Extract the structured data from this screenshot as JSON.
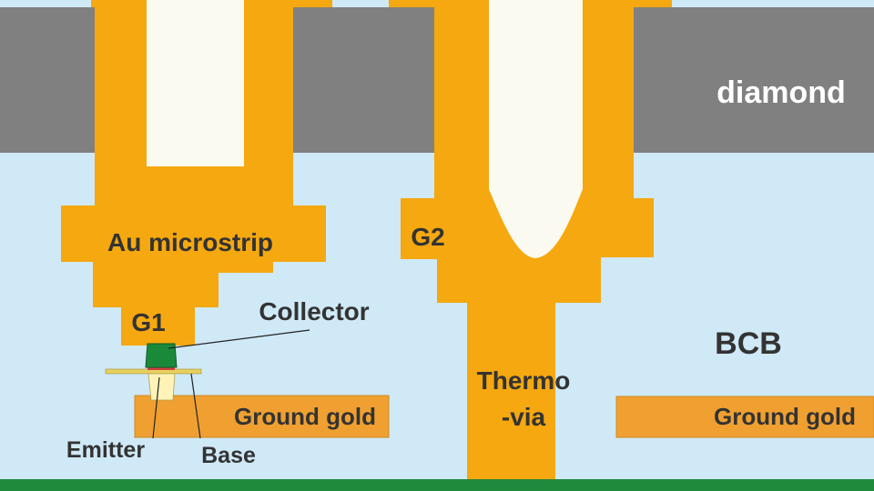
{
  "labels": {
    "diamond": "diamond",
    "au_microstrip": "Au microstrip",
    "g1": "G1",
    "g2": "G2",
    "collector": "Collector",
    "bcb": "BCB",
    "thermo_via_line1": "Thermo",
    "thermo_via_line2": "-via",
    "ground_gold_left": "Ground gold",
    "ground_gold_right": "Ground gold",
    "emitter": "Emitter",
    "base": "Base"
  },
  "colors": {
    "bcb": "#cfe9f7",
    "diamond": "#808080",
    "gold": "#f5a80f",
    "ground_gold": "#f0a030",
    "via_core": "#fbfaf0",
    "collector": "#1a8a3a",
    "substrate": "#1f8a3c",
    "emitter": "#fff3b8",
    "base_line": "#e8d060",
    "label_dark": "#333333",
    "label_light": "#ffffff"
  }
}
